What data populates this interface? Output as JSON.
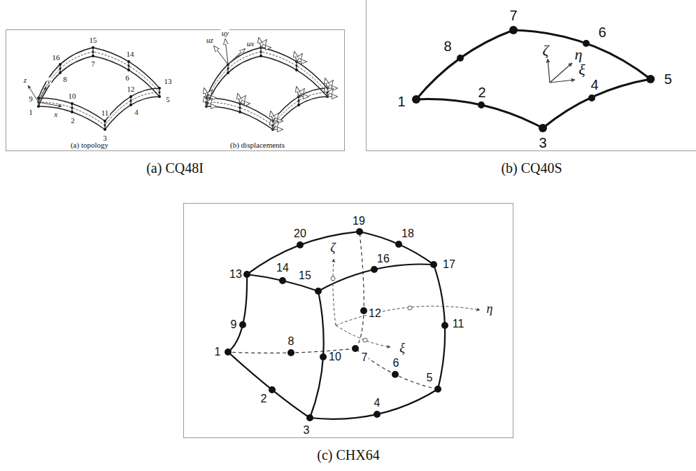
{
  "diagram": {
    "labels": [
      "15",
      "14",
      "16",
      "7",
      "6",
      "13",
      "y",
      "8",
      "z",
      "9",
      "10",
      "12",
      "5",
      "x",
      "1",
      "2",
      "11",
      "4",
      "3",
      "uz",
      "uy",
      "ux",
      "(a) topology",
      "(b) displacements",
      "7",
      "8",
      "6",
      "1",
      "2",
      "5",
      "4",
      "3",
      "ζ",
      "η",
      "ξ",
      "(a) CQ48I",
      "(b) CQ40S",
      "19",
      "20",
      "18",
      "13",
      "14",
      "15",
      "16",
      "17",
      "12",
      "9",
      "11",
      "10",
      "8",
      "7",
      "1",
      "6",
      "5",
      "2",
      "4",
      "3",
      "ζ",
      "η",
      "ξ",
      "(c) CHX64"
    ]
  }
}
